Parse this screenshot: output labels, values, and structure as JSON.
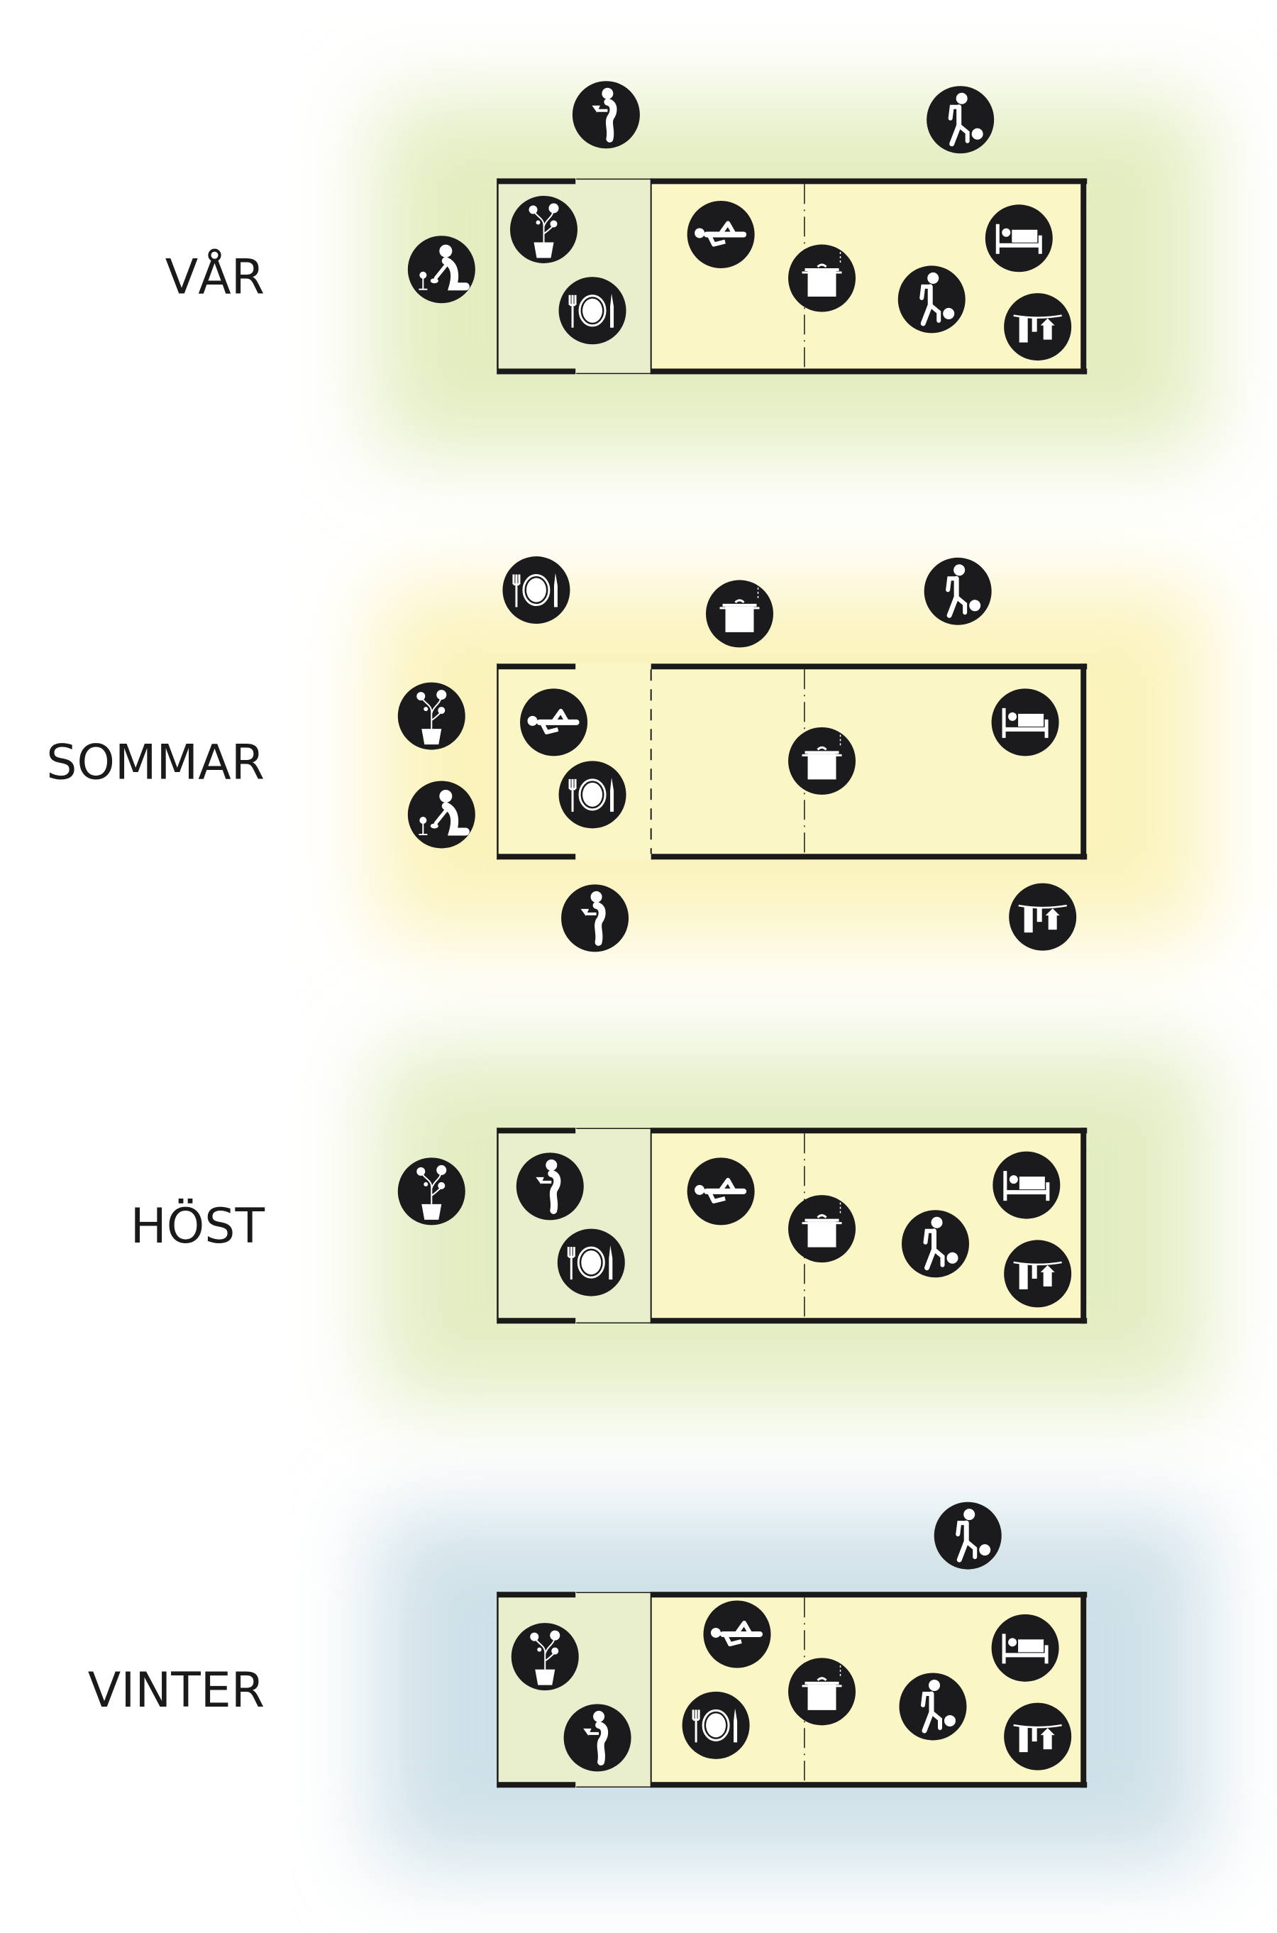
{
  "colors": {
    "wall": "#1a1a1a",
    "icon_bg": "#1b1a1c",
    "icon_fg": "#ffffff",
    "annex_fill": "#e9efcc",
    "room_fill": "#fbf6c6"
  },
  "seasons": [
    {
      "label": "VÅR",
      "glow": "#e3edbf",
      "annex_open": false,
      "icons": [
        "drink",
        "football",
        "gardener",
        "flowerpot",
        "plate",
        "lying",
        "pot",
        "football",
        "bed",
        "laundry"
      ]
    },
    {
      "label": "SOMMAR",
      "glow": "#fbf3bb",
      "annex_open": true,
      "icons": [
        "plate",
        "pot",
        "football",
        "flowerpot",
        "gardener",
        "lying",
        "plate",
        "pot",
        "bed",
        "drink",
        "laundry"
      ]
    },
    {
      "label": "HÖST",
      "glow": "#e3edc2",
      "annex_open": false,
      "icons": [
        "flowerpot",
        "drink",
        "plate",
        "lying",
        "pot",
        "football",
        "bed",
        "laundry"
      ]
    },
    {
      "label": "VINTER",
      "glow": "#cfe1e8",
      "annex_open": false,
      "icons": [
        "football",
        "flowerpot",
        "drink",
        "lying",
        "plate",
        "pot",
        "football",
        "bed",
        "laundry"
      ]
    }
  ]
}
